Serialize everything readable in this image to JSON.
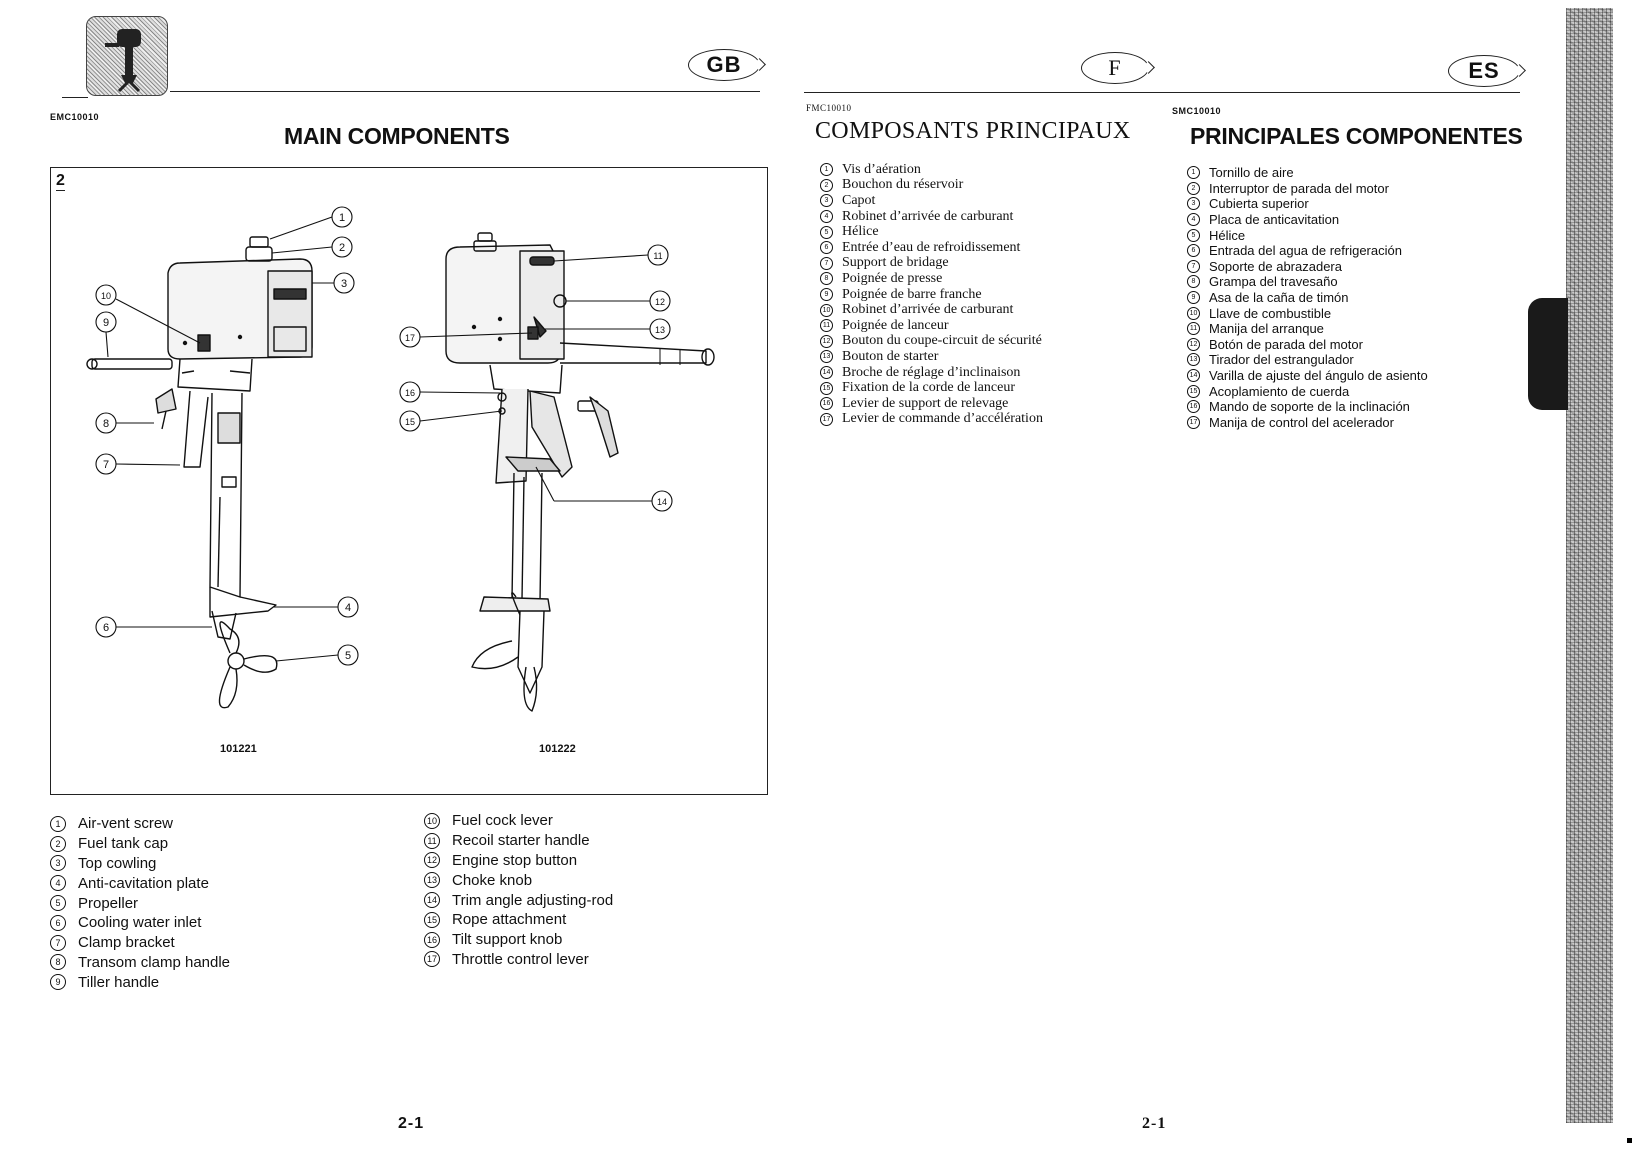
{
  "header": {
    "badges": [
      "GB",
      "F",
      "ES"
    ]
  },
  "gb": {
    "code": "EMC10010",
    "title": "MAIN COMPONENTS",
    "figure_number": "2",
    "figure_refs": [
      "101221",
      "101222"
    ],
    "items_col1": [
      {
        "num": "1",
        "label": "Air-vent screw"
      },
      {
        "num": "2",
        "label": "Fuel tank cap"
      },
      {
        "num": "3",
        "label": "Top cowling"
      },
      {
        "num": "4",
        "label": "Anti-cavitation plate"
      },
      {
        "num": "5",
        "label": "Propeller"
      },
      {
        "num": "6",
        "label": "Cooling water inlet"
      },
      {
        "num": "7",
        "label": "Clamp bracket"
      },
      {
        "num": "8",
        "label": "Transom clamp handle"
      },
      {
        "num": "9",
        "label": "Tiller handle"
      }
    ],
    "items_col2": [
      {
        "num": "10",
        "label": "Fuel cock lever"
      },
      {
        "num": "11",
        "label": "Recoil starter handle"
      },
      {
        "num": "12",
        "label": "Engine stop button"
      },
      {
        "num": "13",
        "label": "Choke knob"
      },
      {
        "num": "14",
        "label": "Trim angle adjusting-rod"
      },
      {
        "num": "15",
        "label": "Rope attachment"
      },
      {
        "num": "16",
        "label": "Tilt support knob"
      },
      {
        "num": "17",
        "label": "Throttle control lever"
      }
    ],
    "page_number": "2-1"
  },
  "fr": {
    "code": "FMC10010",
    "title": "COMPOSANTS PRINCIPAUX",
    "items": [
      {
        "num": "1",
        "label": "Vis d’aération"
      },
      {
        "num": "2",
        "label": "Bouchon du réservoir"
      },
      {
        "num": "3",
        "label": "Capot"
      },
      {
        "num": "4",
        "label": "Robinet d’arrivée de carburant"
      },
      {
        "num": "5",
        "label": "Hélice"
      },
      {
        "num": "6",
        "label": "Entrée d’eau de refroidissement"
      },
      {
        "num": "7",
        "label": "Support de bridage"
      },
      {
        "num": "8",
        "label": "Poignée de presse"
      },
      {
        "num": "9",
        "label": "Poignée de barre franche"
      },
      {
        "num": "10",
        "label": "Robinet d’arrivée de carburant"
      },
      {
        "num": "11",
        "label": "Poignée de lanceur"
      },
      {
        "num": "12",
        "label": "Bouton du coupe-circuit de sécurité"
      },
      {
        "num": "13",
        "label": "Bouton de starter"
      },
      {
        "num": "14",
        "label": "Broche de réglage d’inclinaison"
      },
      {
        "num": "15",
        "label": "Fixation de la corde de lanceur"
      },
      {
        "num": "16",
        "label": "Levier de support de relevage"
      },
      {
        "num": "17",
        "label": "Levier de commande d’accélération"
      }
    ],
    "page_number": "2-1"
  },
  "es": {
    "code": "SMC10010",
    "title": "PRINCIPALES COMPONENTES",
    "items": [
      {
        "num": "1",
        "label": "Tornillo de aire"
      },
      {
        "num": "2",
        "label": "Interruptor de parada del motor"
      },
      {
        "num": "3",
        "label": "Cubierta superior"
      },
      {
        "num": "4",
        "label": "Placa de anticavitation"
      },
      {
        "num": "5",
        "label": "Hélice"
      },
      {
        "num": "6",
        "label": "Entrada del agua de refrigeración"
      },
      {
        "num": "7",
        "label": "Soporte de abrazadera"
      },
      {
        "num": "8",
        "label": "Grampa del travesaño"
      },
      {
        "num": "9",
        "label": "Asa de la caña de timón"
      },
      {
        "num": "10",
        "label": "Llave de combustible"
      },
      {
        "num": "11",
        "label": "Manija del arranque"
      },
      {
        "num": "12",
        "label": "Botón de parada del motor"
      },
      {
        "num": "13",
        "label": "Tirador del estrangulador"
      },
      {
        "num": "14",
        "label": "Varilla de ajuste del ángulo de asiento"
      },
      {
        "num": "15",
        "label": "Acoplamiento de cuerda"
      },
      {
        "num": "16",
        "label": "Mando de soporte de la inclinación"
      },
      {
        "num": "17",
        "label": "Manija de control del acelerador"
      }
    ]
  },
  "icons": {
    "logo": "outboard-motor-icon",
    "tab": "section-tab-marker"
  }
}
